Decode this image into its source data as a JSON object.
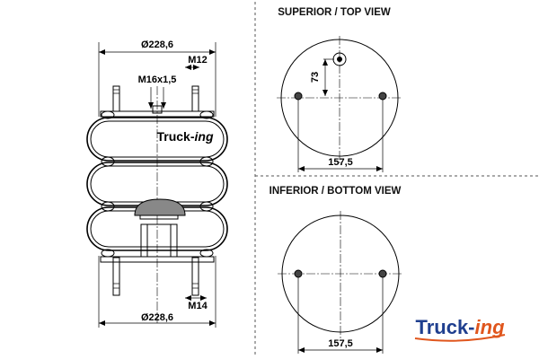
{
  "brand": {
    "logo_text_main": "Truck-",
    "logo_text_accent": "ing",
    "color_main": "#1f3f8f",
    "color_accent": "#e0561d"
  },
  "side_view": {
    "top_diameter": "Ø228,6",
    "top_stud_thread": "M12",
    "air_fitting_thread": "M16x1,5",
    "bottom_stud_thread": "M14",
    "bottom_diameter": "Ø228,6"
  },
  "top_view": {
    "heading": "SUPERIOR / TOP VIEW",
    "offset_dimension": "73",
    "stud_spacing": "157,5"
  },
  "bottom_view": {
    "heading": "INFERIOR / BOTTOM VIEW",
    "stud_spacing": "157,5"
  }
}
